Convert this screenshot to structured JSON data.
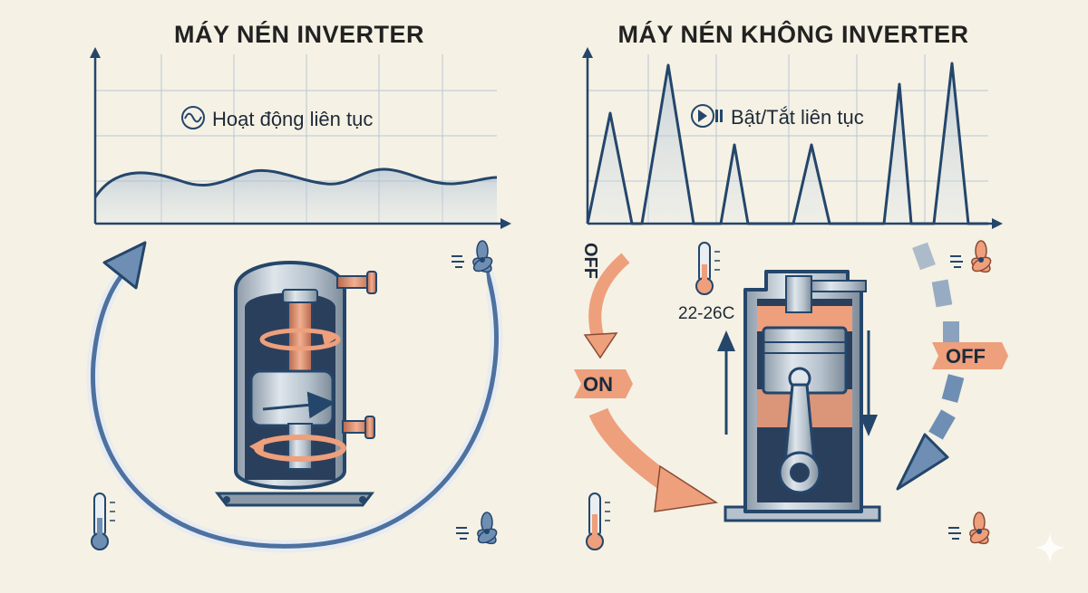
{
  "left_panel": {
    "title": "MÁY NÉN INVERTER",
    "chart_label": "Hoạt động liên tục"
  },
  "right_panel": {
    "title": "MÁY NÉN KHÔNG INVERTER",
    "chart_label": "Bật/Tắt liên tục",
    "temperature_range": "22-26C",
    "state_off_top": "OFF",
    "state_on": "ON",
    "state_off_right": "OFF"
  },
  "icons": {
    "wave": "wave-icon",
    "play_pause": "play-pause-icon",
    "thermometer": "thermometer-icon",
    "fan": "fan-icon",
    "sparkle": "sparkle-icon"
  },
  "colors": {
    "background": "#f5f1e4",
    "navy": "#24466b",
    "steel_blue": "#6f8eb3",
    "salmon": "#ee9f7c",
    "copper": "#d98c6e"
  }
}
